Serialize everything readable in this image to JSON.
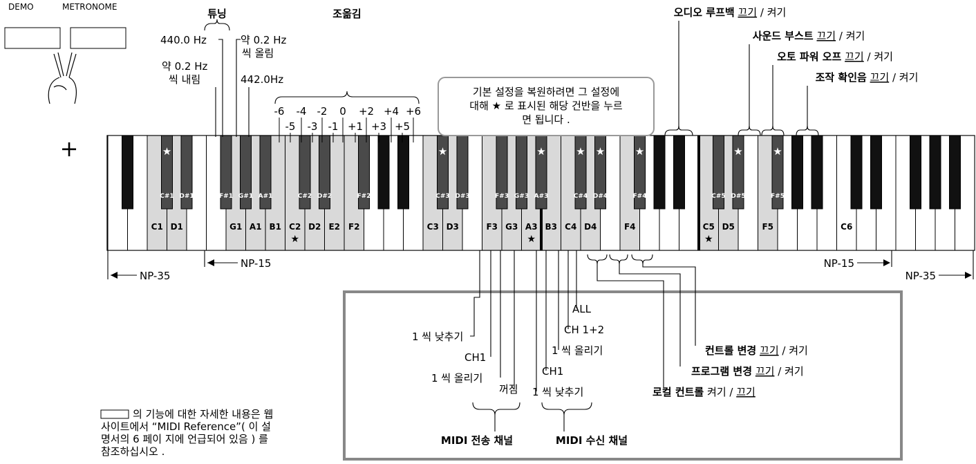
{
  "top_buttons": {
    "demo": "DEMO",
    "metronome": "METRONOME"
  },
  "plus_sign": "+",
  "tuning": {
    "title": "튜닝",
    "hz440": "440.0 Hz",
    "down_line1": "약 0.2 Hz",
    "down_line2": "씩 내림",
    "up_line1": "약 0.2 Hz",
    "up_line2": "씩 올림",
    "hz442": "442.0Hz"
  },
  "transpose": {
    "title": "조옮김",
    "top_row": [
      "-6",
      "-4",
      "-2",
      "0",
      "+2",
      "+4",
      "+6"
    ],
    "bottom_row": [
      "-5",
      "-3",
      "-1",
      "+1",
      "+3",
      "+5"
    ]
  },
  "reset_note": {
    "line1": "기본 설정을 복원하려면 그 설정에",
    "line2": "대해 ★ 로 표시된 해당 건반을 누르",
    "line3": "면 됩니다 ."
  },
  "toggles": {
    "audio_loopback": {
      "name": "오디오 루프백",
      "off": "끄기",
      "sep": " / ",
      "on": "켜기"
    },
    "sound_boost": {
      "name": "사운드 부스트",
      "off": "끄기",
      "sep": " / ",
      "on": "켜기"
    },
    "auto_power_off": {
      "name": "오토 파워 오프",
      "off": "끄기",
      "sep": " / ",
      "on": "켜기"
    },
    "op_sound": {
      "name": "조작 확인음",
      "off": "끄기",
      "sep": " / ",
      "on": "켜기"
    }
  },
  "white_key_labels": [
    "C1",
    "D1",
    "G1",
    "A1",
    "B1",
    "C2",
    "D2",
    "E2",
    "F2",
    "C3",
    "D3",
    "F3",
    "G3",
    "A3",
    "B3",
    "C4",
    "D4",
    "F4",
    "C5",
    "D5",
    "F5",
    "C6"
  ],
  "black_key_labels": [
    "C#1",
    "D#1",
    "F#1",
    "G#1",
    "A#1",
    "C#2",
    "D#2",
    "F#2",
    "C#3",
    "D#3",
    "F#3",
    "G#3",
    "A#3",
    "C#4",
    "D#4",
    "F#4",
    "C#5",
    "D#5",
    "F#5"
  ],
  "star": "★",
  "ranges": {
    "np15_left": "NP-15",
    "np35_left": "NP-35",
    "np15_right": "NP-15",
    "np35_right": "NP-35"
  },
  "midi": {
    "all": "ALL",
    "ch12": "CH 1+2",
    "tx_down": "1 씩 낮추기",
    "tx_ch1": "CH1",
    "tx_up": "1 씩 올리기",
    "tx_off": "꺼짐",
    "rx_up": "1 씩 올리기",
    "rx_ch1": "CH1",
    "rx_down": "1 씩 낮추기",
    "transmit_title": "MIDI 전송 채널",
    "receive_title": "MIDI 수신 채널",
    "control_change": {
      "name": "컨트롤 변경",
      "off": "끄기",
      "sep": " / ",
      "on": "켜기"
    },
    "program_change": {
      "name": "프로그램 변경",
      "off": "끄기",
      "sep": " / ",
      "on": "켜기"
    },
    "local_control": {
      "name": "로컬 컨트롤",
      "on": "켜기",
      "sep": " / ",
      "off": "끄기"
    }
  },
  "footnote": {
    "line1": "의 기능에 대한 자세한 내용은 웹",
    "line2": "사이트에서 “MIDI Reference”( 이 설",
    "line3": "명서의 6 페이 지에 언급되어 있음 ) 를",
    "line4": "참조하십시오 ."
  }
}
